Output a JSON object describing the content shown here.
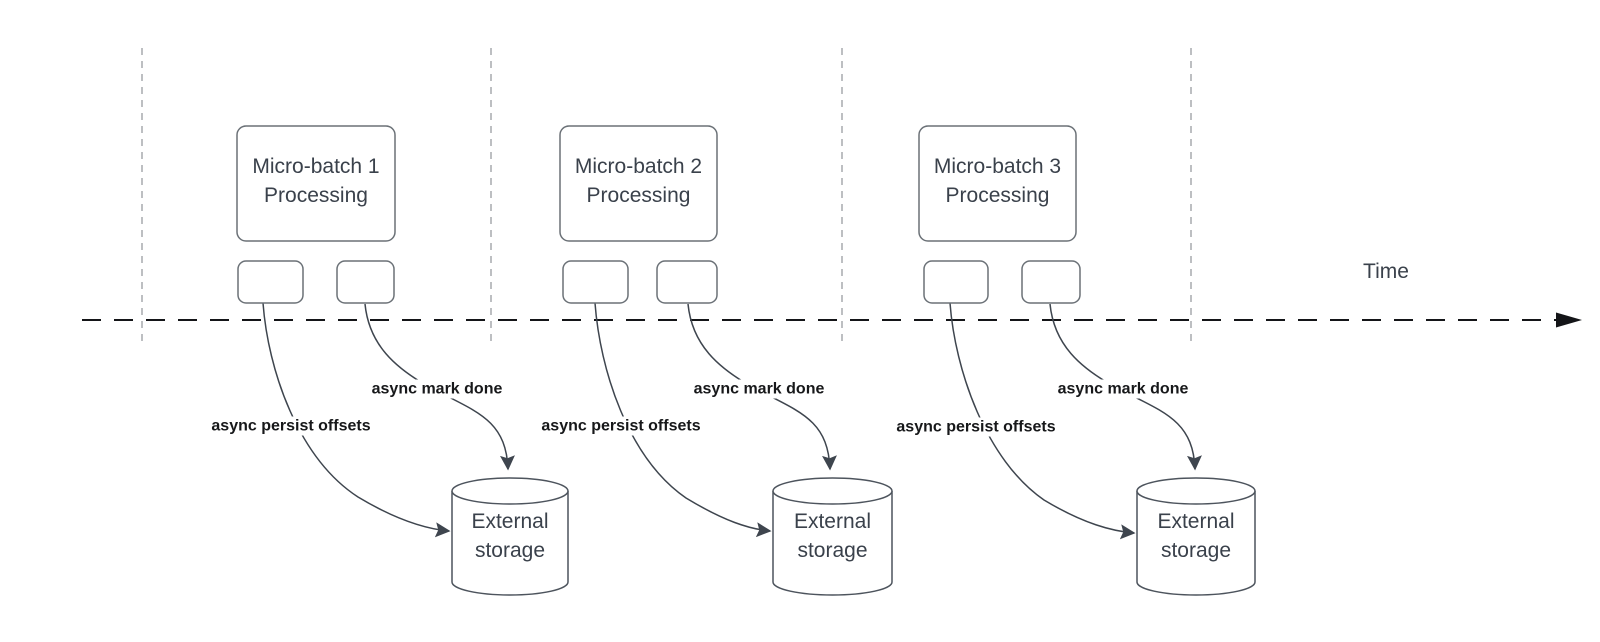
{
  "diagram": {
    "title_semantics": "micro-batch processing timeline with async offset persistence",
    "time_axis_label": "Time",
    "sections": [
      {
        "batch_line1": "Micro-batch 1",
        "batch_line2": "Processing",
        "persist_label": "async persist offsets",
        "mark_done_label": "async mark done",
        "storage_line1": "External",
        "storage_line2": "storage"
      },
      {
        "batch_line1": "Micro-batch 2",
        "batch_line2": "Processing",
        "persist_label": "async persist offsets",
        "mark_done_label": "async mark done",
        "storage_line1": "External",
        "storage_line2": "storage"
      },
      {
        "batch_line1": "Micro-batch 3",
        "batch_line2": "Processing",
        "persist_label": "async persist offsets",
        "mark_done_label": "async mark done",
        "storage_line1": "External",
        "storage_line2": "storage"
      }
    ],
    "colors": {
      "background": "#ffffff",
      "timeline_stroke": "#141518",
      "gridline_stroke": "#a7aaad",
      "box_stroke": "#6b7177",
      "cylinder_stroke": "#4d545d",
      "edge_stroke": "#3e454e",
      "node_text": "#3a414b",
      "edge_label_text": "#17181a"
    }
  }
}
